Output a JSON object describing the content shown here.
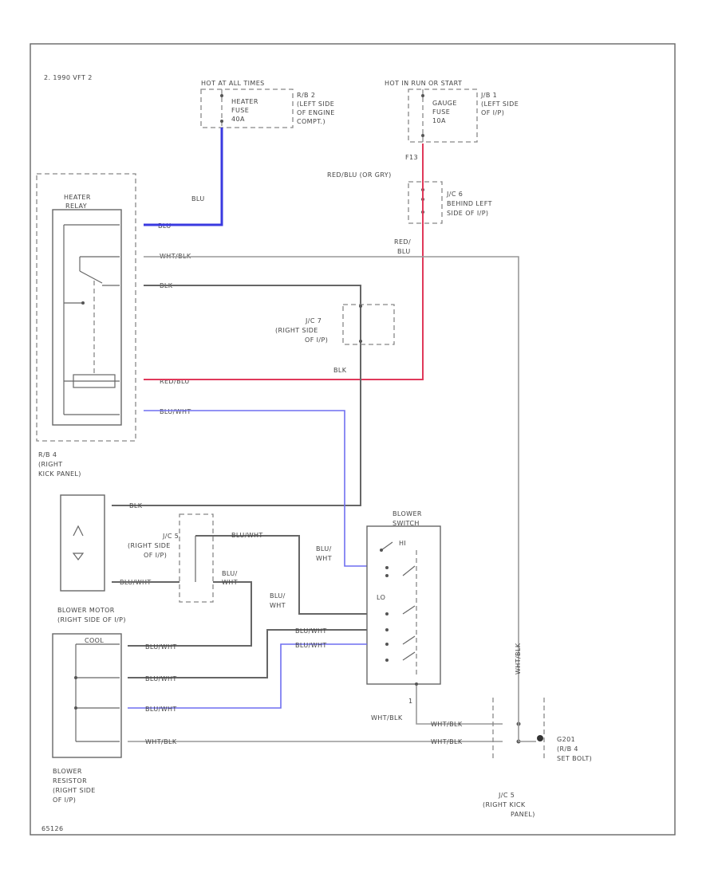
{
  "labels": {
    "engine_tag": "2. 1990 VFT 2",
    "hot_all_times": "HOT AT ALL TIMES",
    "hot_run": "HOT IN RUN OR START",
    "heater_fuse": "HEATER",
    "heater_fuse_2": "FUSE",
    "heater_fuse_3": "40A",
    "rb2_1": "R/B 2",
    "rb2_2": "(LEFT SIDE",
    "rb2_3": "OF ENGINE",
    "rb2_4": "COMPT.)",
    "gauge_fuse": "GAUGE",
    "gauge_fuse_2": "FUSE",
    "gauge_fuse_3": "10A",
    "jb1_1": "J/B 1",
    "jb1_2": "(LEFT SIDE",
    "jb1_3": "OF I/P)",
    "f13": "F13",
    "red_blu_gry": "RED/BLU (OR GRY)",
    "jc6_1": "J/C 6",
    "jc6_2": "BEHIND LEFT",
    "jc6_3": "SIDE OF I/P)",
    "heater_relay_1": "HEATER",
    "heater_relay_2": "RELAY",
    "blu": "BLU",
    "blu_pin": "BLU",
    "wht_blk_pin": "WHT/BLK",
    "blk_pin": "BLK",
    "red_blu_pin": "RED/BLU",
    "blu_wht_pin": "BLU/WHT",
    "red_1": "RED/",
    "red_2": "BLU",
    "jc7_1": "J/C 7",
    "jc7_2": "(RIGHT SIDE",
    "jc7_3": "OF I/P)",
    "blk": "BLK",
    "rb4_1": "R/B 4",
    "rb4_2": "(RIGHT",
    "rb4_3": "KICK PANEL)",
    "blk_motor": "BLK",
    "blu_wht_motor": "BLU/WHT",
    "jc5_1": "J/C 5",
    "jc5_2": "(RIGHT SIDE",
    "jc5_3": "OF I/P)",
    "blu_wht_jc": "BLU/WHT",
    "blu_wht_2a": "BLU/",
    "blu_wht_2b": "WHT",
    "blower_switch_1": "BLOWER",
    "blower_switch_2": "SWITCH",
    "blu_wht_sw_a": "BLU/",
    "blu_wht_sw_b": "WHT",
    "hi": "HI",
    "lo": "LO",
    "blu_wht_3a": "BLU/",
    "blu_wht_3b": "WHT",
    "blower_motor_1": "BLOWER MOTOR",
    "blower_motor_2": "(RIGHT SIDE OF I/P)",
    "blu_wht_r1": "BLU/WHT",
    "blu_wht_r2": "BLU/WHT",
    "blu_wht_r3": "BLU/WHT",
    "wht_blk_r": "WHT/BLK",
    "blu_wht_s1": "BLU/WHT",
    "blu_wht_s2": "BLU/WHT",
    "wht_blk_vert": "WHT/BLK",
    "one": "1",
    "wht_blk_g1": "WHT/BLK",
    "wht_blk_g2": "WHT/BLK",
    "wht_blk_g3": "WHT/BLK",
    "ground_1": "G201",
    "ground_2": "(R/B 4",
    "ground_3": "SET BOLT)",
    "jc5b_1": "J/C 5",
    "jc5b_2": "(RIGHT KICK",
    "jc5b_3": "PANEL)",
    "cool": "COOL",
    "resistor_1": "BLOWER",
    "resistor_2": "RESISTOR",
    "resistor_3": "(RIGHT SIDE",
    "resistor_4": "OF I/P)",
    "footer_code": "65126"
  },
  "colors": {
    "blue": "#3a3ae0",
    "light_blue": "#6f6ff0",
    "red": "#e0395a",
    "gray": "#666666"
  }
}
